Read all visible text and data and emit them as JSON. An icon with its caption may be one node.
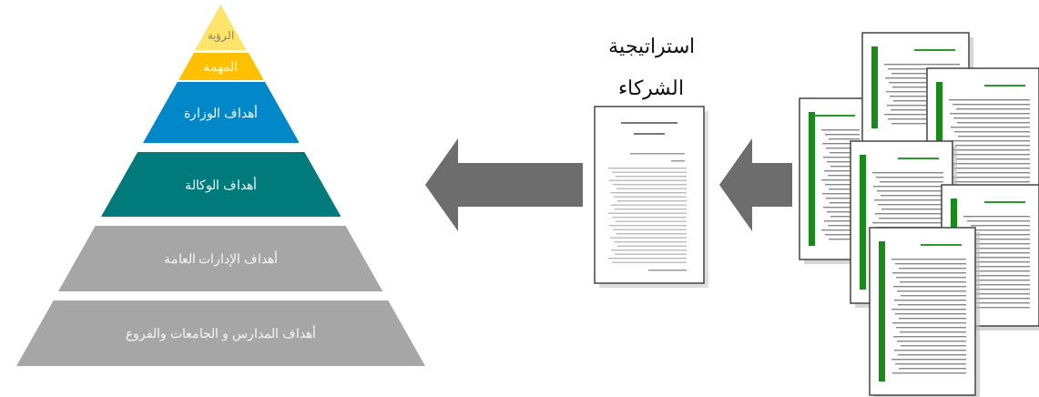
{
  "diagram": {
    "nodes": [
      {
        "text": [],
        "shape": "triangle"
      },
      {
        "text": [
          "الرؤية"
        ],
        "in": 0
      },
      {
        "text": [
          "المهمة"
        ],
        "in": 0
      },
      {
        "text": [
          "أهداف الوزارة"
        ],
        "in": 0
      },
      {
        "text": [
          "أهداف الوكالة"
        ],
        "in": 0
      },
      {
        "text": [
          "أهداف الإدارات العامة"
        ],
        "in": 0
      },
      {
        "text": [
          "أهداف المدارس و الجامعات والفروع"
        ],
        "in": 0
      },
      {
        "text": [
          "استراتيجية الشركاء"
        ]
      },
      {
        "text": [],
        "shape": "picture"
      }
    ],
    "edges": [
      {
        "from": 8,
        "to": 7,
        "arrow": "to"
      },
      {
        "from": 7,
        "to": 0,
        "arrow": "to"
      }
    ]
  }
}
